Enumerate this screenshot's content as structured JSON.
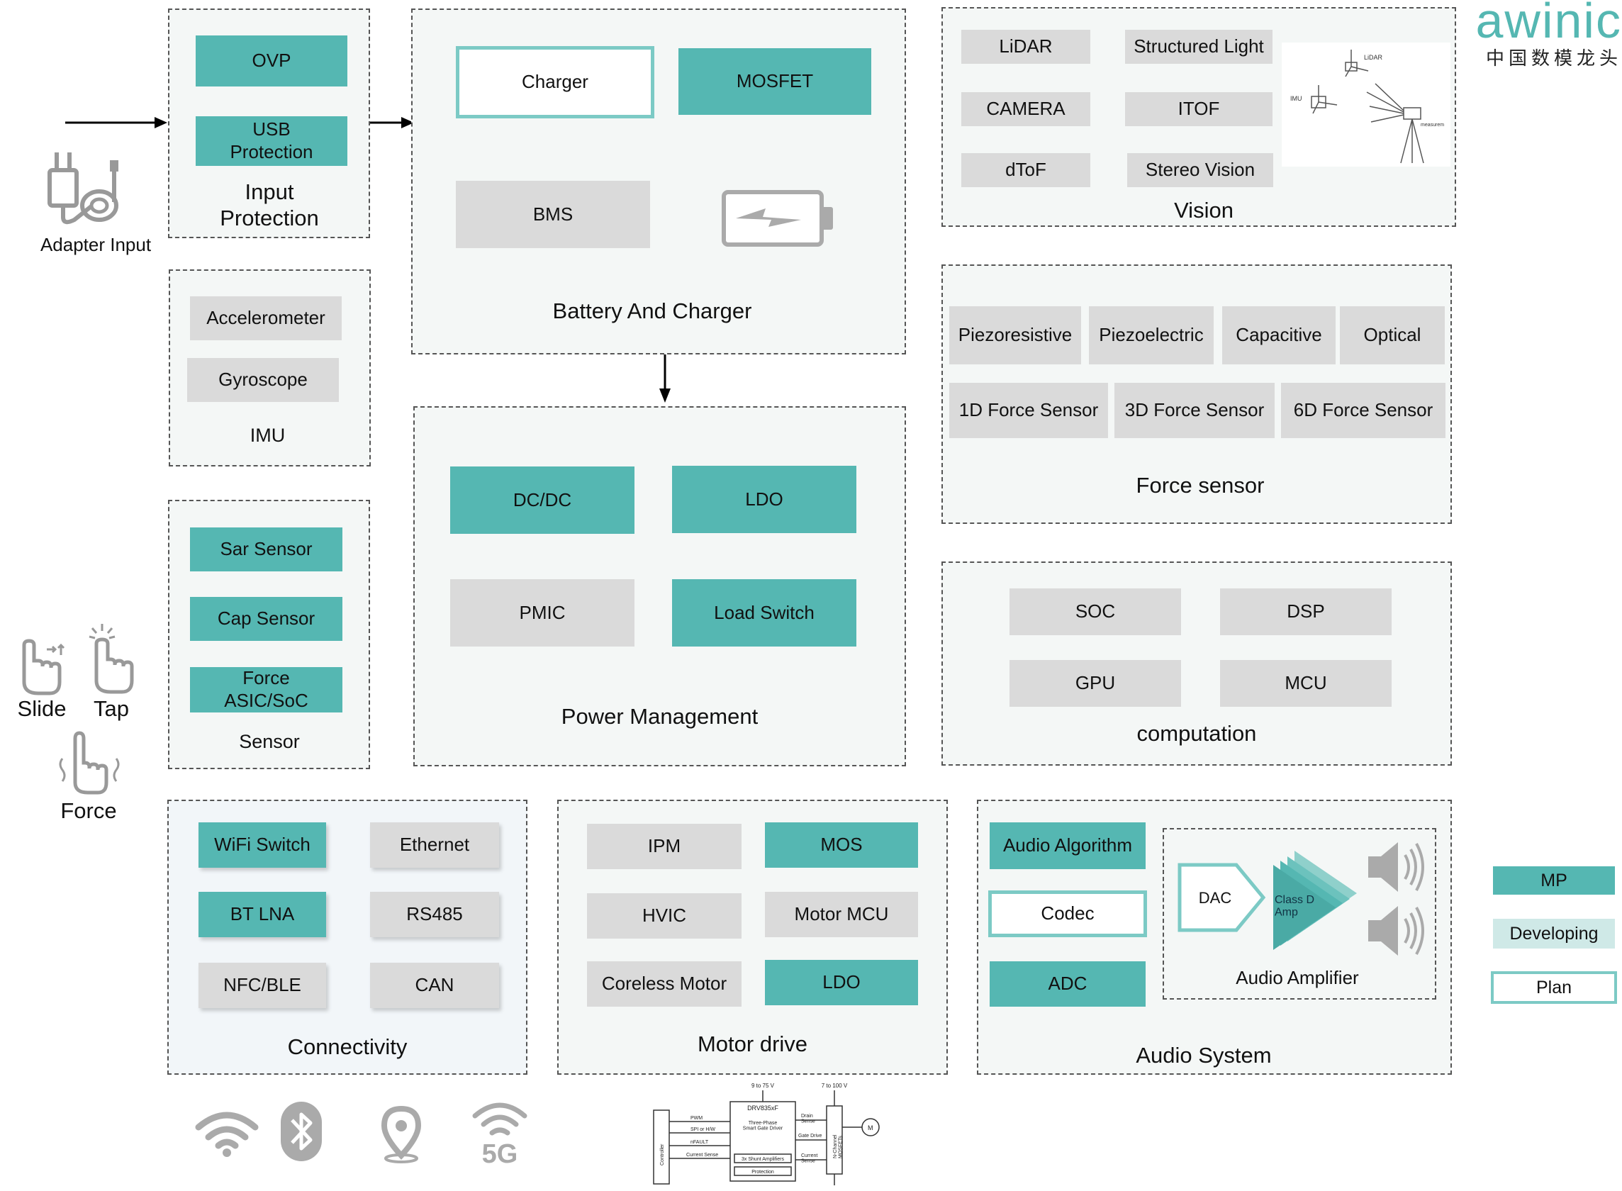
{
  "brand": {
    "name": "awinic",
    "subtitle": "中国数模龙头",
    "color": "#55b7b2"
  },
  "colors": {
    "mp": "#55b7b2",
    "developing": "#dadada",
    "plan_border": "#7ccac5",
    "group_border": "#555555"
  },
  "adapter": {
    "label": "Adapter Input"
  },
  "input_protection": {
    "title": "Input\nProtection",
    "ovp": "OVP",
    "usb": "USB\nProtection"
  },
  "battery": {
    "title": "Battery And Charger",
    "charger": "Charger",
    "mosfet": "MOSFET",
    "bms": "BMS"
  },
  "imu": {
    "title": "IMU",
    "accelerometer": "Accelerometer",
    "gyroscope": "Gyroscope"
  },
  "sensor": {
    "title": "Sensor",
    "sar": "Sar Sensor",
    "cap": "Cap Sensor",
    "force_asic": "Force\nASIC/SoC"
  },
  "gestures": {
    "slide": "Slide",
    "tap": "Tap",
    "force": "Force"
  },
  "power": {
    "title": "Power Management",
    "dcdc": "DC/DC",
    "ldo": "LDO",
    "pmic": "PMIC",
    "load_switch": "Load Switch"
  },
  "vision": {
    "title": "Vision",
    "lidar": "LiDAR",
    "structured_light": "Structured Light",
    "camera": "CAMERA",
    "itof": "ITOF",
    "dtof": "dToF",
    "stereo": "Stereo Vision",
    "fig_lidar": "LiDAR",
    "fig_imu": "IMU",
    "fig_measure": "measurem"
  },
  "force_sensor": {
    "title": "Force sensor",
    "piezoresistive": "Piezoresistive",
    "piezoelectric": "Piezoelectric",
    "capacitive": "Capacitive",
    "optical": "Optical",
    "f1d": "1D Force Sensor",
    "f3d": "3D Force Sensor",
    "f6d": "6D Force Sensor"
  },
  "computation": {
    "title": "computation",
    "soc": "SOC",
    "dsp": "DSP",
    "gpu": "GPU",
    "mcu": "MCU"
  },
  "connectivity": {
    "title": "Connectivity",
    "wifi": "WiFi Switch",
    "ethernet": "Ethernet",
    "bt": "BT LNA",
    "rs485": "RS485",
    "nfc": "NFC/BLE",
    "can": "CAN",
    "fiveg": "5G"
  },
  "motor": {
    "title": "Motor drive",
    "ipm": "IPM",
    "mos": "MOS",
    "hvic": "HVIC",
    "motor_mcu": "Motor MCU",
    "coreless": "Coreless Motor",
    "ldo": "LDO"
  },
  "motor_schematic": {
    "v1": "9 to 75 V",
    "v2": "7 to 100 V",
    "chip": "DRV835xF",
    "gate_driver": "Three-Phase\nSmart Gate Driver",
    "pwm": "PWM",
    "spi": "SPI or H/W",
    "nfault": "nFAULT",
    "current_sense": "Current Sense",
    "controller": "Controller",
    "shunt": "3x Shunt Amplifiers",
    "protection": "Protection",
    "drain_sense": "Drain\nSense",
    "gate_drive": "Gate Drive",
    "current_sense2": "Current\nSense",
    "mosfets": "N-Channel\nMOSFETs",
    "motor": "M"
  },
  "audio": {
    "title": "Audio System",
    "algorithm": "Audio Algorithm",
    "codec": "Codec",
    "adc": "ADC",
    "amp_title": "Audio Amplifier",
    "dac": "DAC",
    "classd": "Class D\nAmp"
  },
  "legend": {
    "mp": "MP",
    "developing": "Developing",
    "plan": "Plan"
  }
}
